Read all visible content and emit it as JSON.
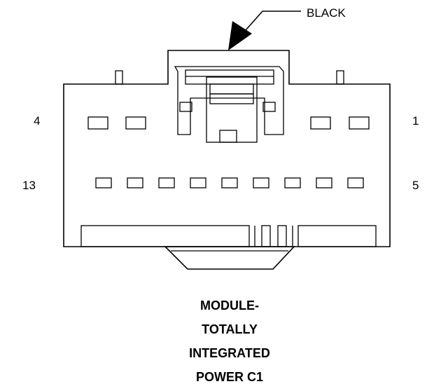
{
  "callout": {
    "label": "BLACK"
  },
  "pin_labels": {
    "top_left": "4",
    "top_right": "1",
    "bottom_left": "13",
    "bottom_right": "5"
  },
  "caption": {
    "lines": [
      "MODULE-",
      "TOTALLY",
      "INTEGRATED",
      "POWER C1"
    ]
  },
  "cavity_rows": {
    "upper_count": 4,
    "lower_count": 9
  },
  "colors": {
    "line": "#000000",
    "background": "#ffffff"
  }
}
